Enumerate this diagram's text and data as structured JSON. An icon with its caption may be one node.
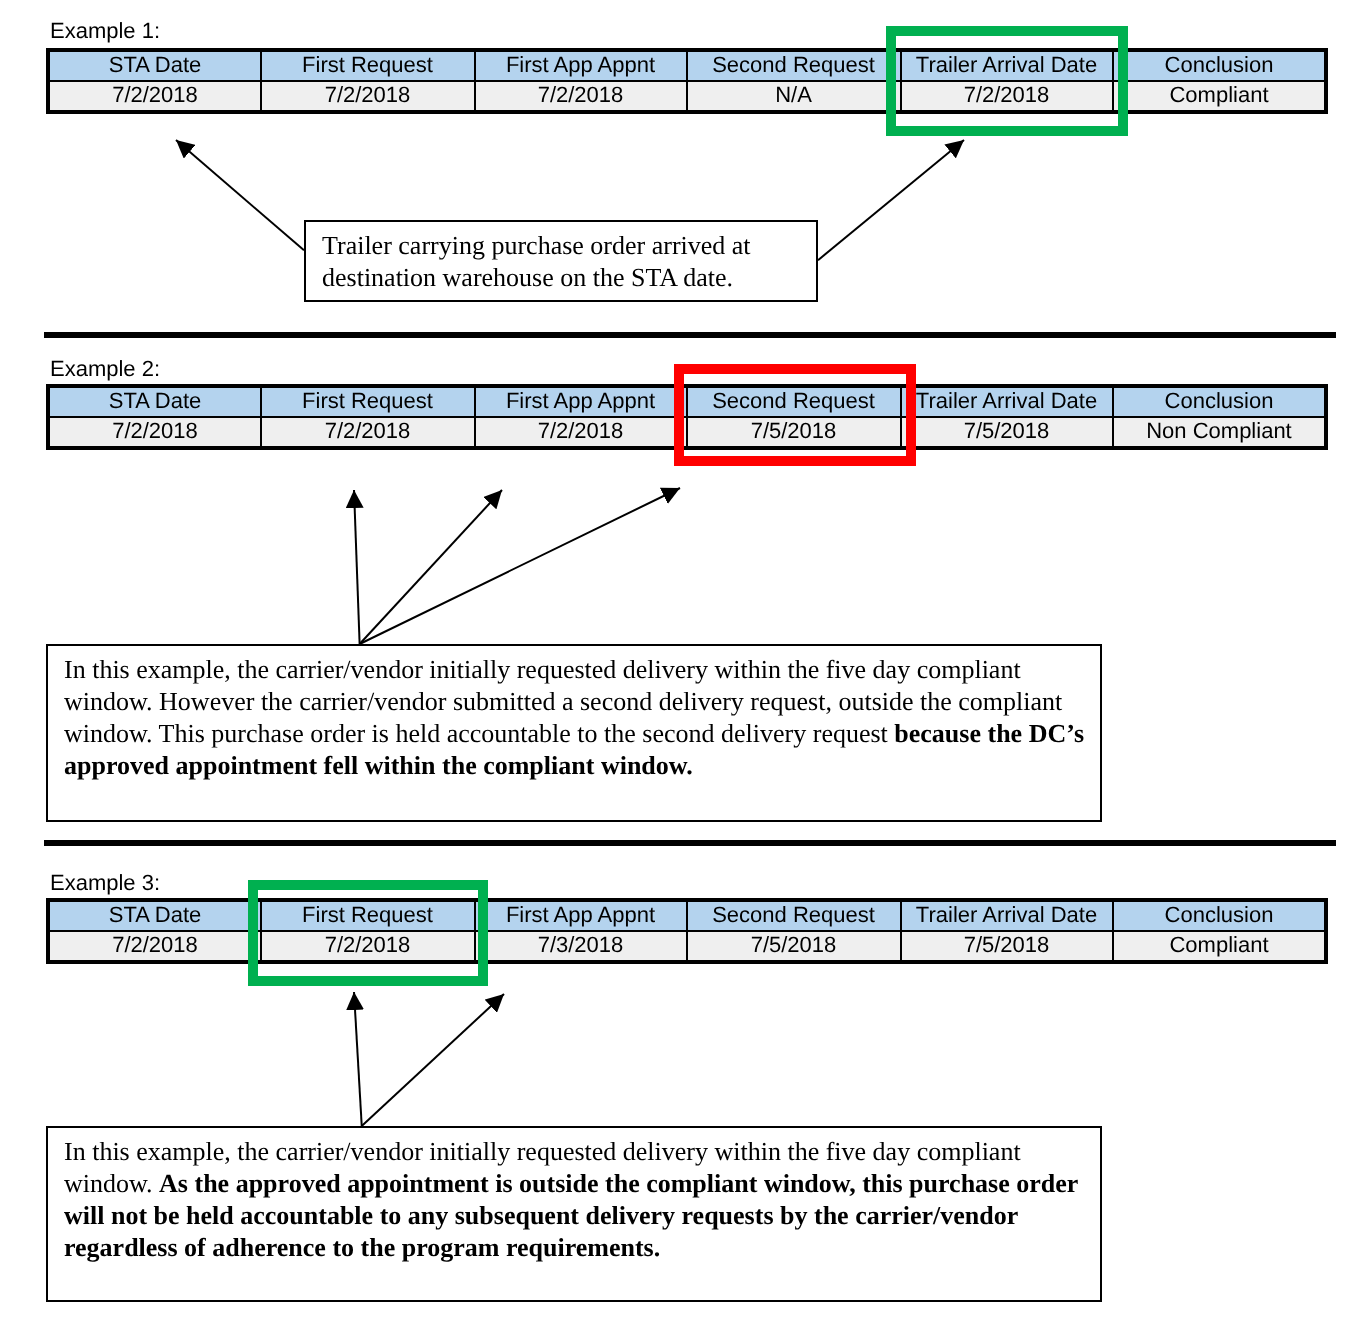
{
  "diagram": {
    "nodes": [
      {
        "text": [],
        "shape": "box"
      },
      {
        "text": [
          "Trailer carrying purchase order arrived at destination warehouse on the STA date."
        ]
      },
      {
        "text": [],
        "shape": "box"
      },
      {
        "text": [
          "In this example, the carrier/vendor initially requested delivery within the five day compliant window. However the carrier/vendor submitted a second delivery request, outside the compliant window. This purchase order is held accountable to the second delivery request **because the DC’s approved appointment fell within the compliant window.**"
        ]
      },
      {
        "text": [],
        "shape": "box"
      },
      {
        "text": [
          "In this example, the carrier/vendor initially requested delivery within the five day compliant window. **As the approved appointment is outside the compliant window, this purchase order will not be held accountable to any subsequent delivery requests by the carrier/vendor regardless of adherence to the program requirements.**"
        ]
      }
    ],
    "edges": [
      {
        "from": 1,
        "to": null,
        "arrow": "to"
      },
      {
        "from": 1,
        "to": 0,
        "arrow": "to"
      },
      {
        "from": 3,
        "to": null,
        "arrow": "to"
      },
      {
        "from": 3,
        "to": null,
        "arrow": "to"
      },
      {
        "from": 3,
        "to": 2,
        "arrow": "to"
      },
      {
        "from": 5,
        "to": 4,
        "arrow": "to"
      },
      {
        "from": 5,
        "to": 4,
        "arrow": "to"
      }
    ],
    "labels": [
      "Example 1:",
      "STA Date",
      "First Request",
      "First App Appnt",
      "Second Request",
      "Trailer Arrival Date",
      "Conclusion",
      "7/2/2018",
      "7/2/2018",
      "7/2/2018",
      "N/A",
      "7/2/2018",
      "Compliant",
      "Example 2:",
      "STA Date",
      "First Request",
      "First App Appnt",
      "Second Request",
      "Trailer Arrival Date",
      "Conclusion",
      "7/2/2018",
      "7/2/2018",
      "7/2/2018",
      "7/5/2018",
      "7/5/2018",
      "Non Compliant",
      "Example 3:",
      "STA Date",
      "First Request",
      "First App Appnt",
      "Second Request",
      "Trailer Arrival Date",
      "Conclusion",
      "7/2/2018",
      "7/2/2018",
      "7/3/2018",
      "7/5/2018",
      "7/5/2018",
      "Compliant"
    ]
  }
}
